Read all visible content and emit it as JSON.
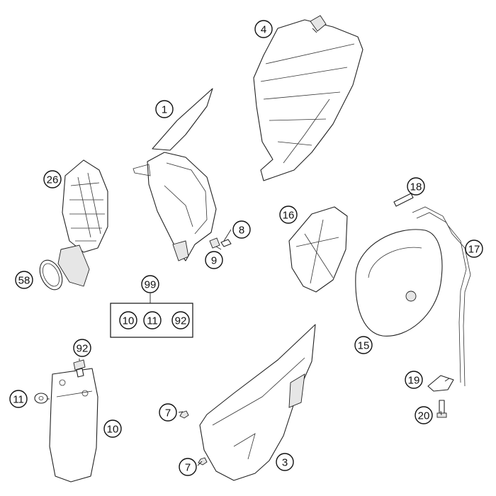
{
  "callouts": {
    "c1": "1",
    "c3": "3",
    "c4": "4",
    "c7a": "7",
    "c7b": "7",
    "c8": "8",
    "c9": "9",
    "c10": "10",
    "c11": "11",
    "c15": "15",
    "c16": "16",
    "c17": "17",
    "c18": "18",
    "c19": "19",
    "c20": "20",
    "c26": "26",
    "c58": "58",
    "c92": "92",
    "c99": "99",
    "kit10": "10",
    "kit11": "11",
    "kit92": "92"
  }
}
